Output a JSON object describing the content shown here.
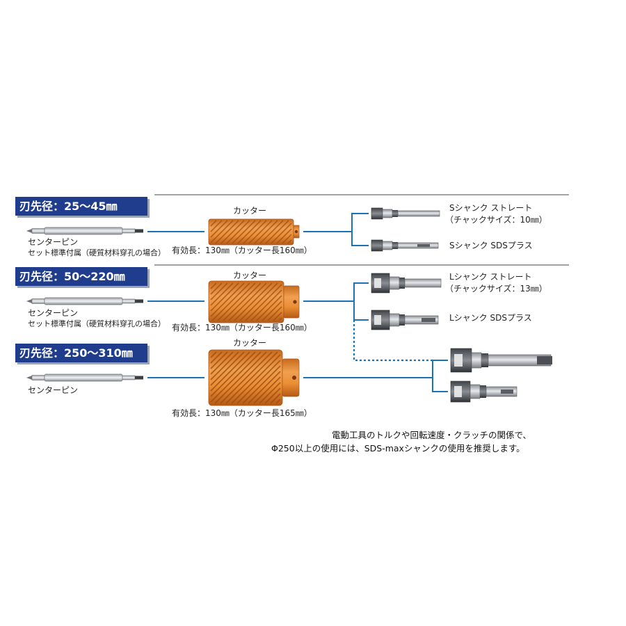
{
  "rows": [
    {
      "header": "刃先径：25～45㎜",
      "pin_label": "センターピン",
      "pin_sub": "セット標準付属（硬質材料穿孔の場合）",
      "cutter_label": "カッター",
      "cutter_length": "有効長：130㎜（カッター長160㎜）",
      "shanks": [
        {
          "name": "Sシャンク ストレート",
          "sub": "（チャックサイズ：10㎜）"
        },
        {
          "name": "Sシャンク SDSプラス",
          "sub": ""
        }
      ]
    },
    {
      "header": "刃先径：50～220㎜",
      "pin_label": "センターピン",
      "pin_sub": "セット標準付属（硬質材料穿孔の場合）",
      "cutter_label": "カッター",
      "cutter_length": "有効長：130㎜（カッター長160㎜）",
      "shanks": [
        {
          "name": "Lシャンク ストレート",
          "sub": "（チャックサイズ：13㎜）"
        },
        {
          "name": "Lシャンク SDSプラス",
          "sub": ""
        }
      ]
    },
    {
      "header": "刃先径：250～310㎜",
      "pin_label": "センターピン",
      "cutter_label": "カッター",
      "cutter_length": "有効長：130㎜（カッター長165㎜）"
    }
  ],
  "note_lines": [
    "電動工具のトルクや回転速度・クラッチの関係で、",
    "Φ250以上の使用には、SDS-maxシャンクの使用を推奨します。"
  ],
  "colors": {
    "header_bg": "#1f3d8c",
    "connector": "#1a73b8",
    "cutter": "#e8892e",
    "divider": "#6b6b6b"
  }
}
